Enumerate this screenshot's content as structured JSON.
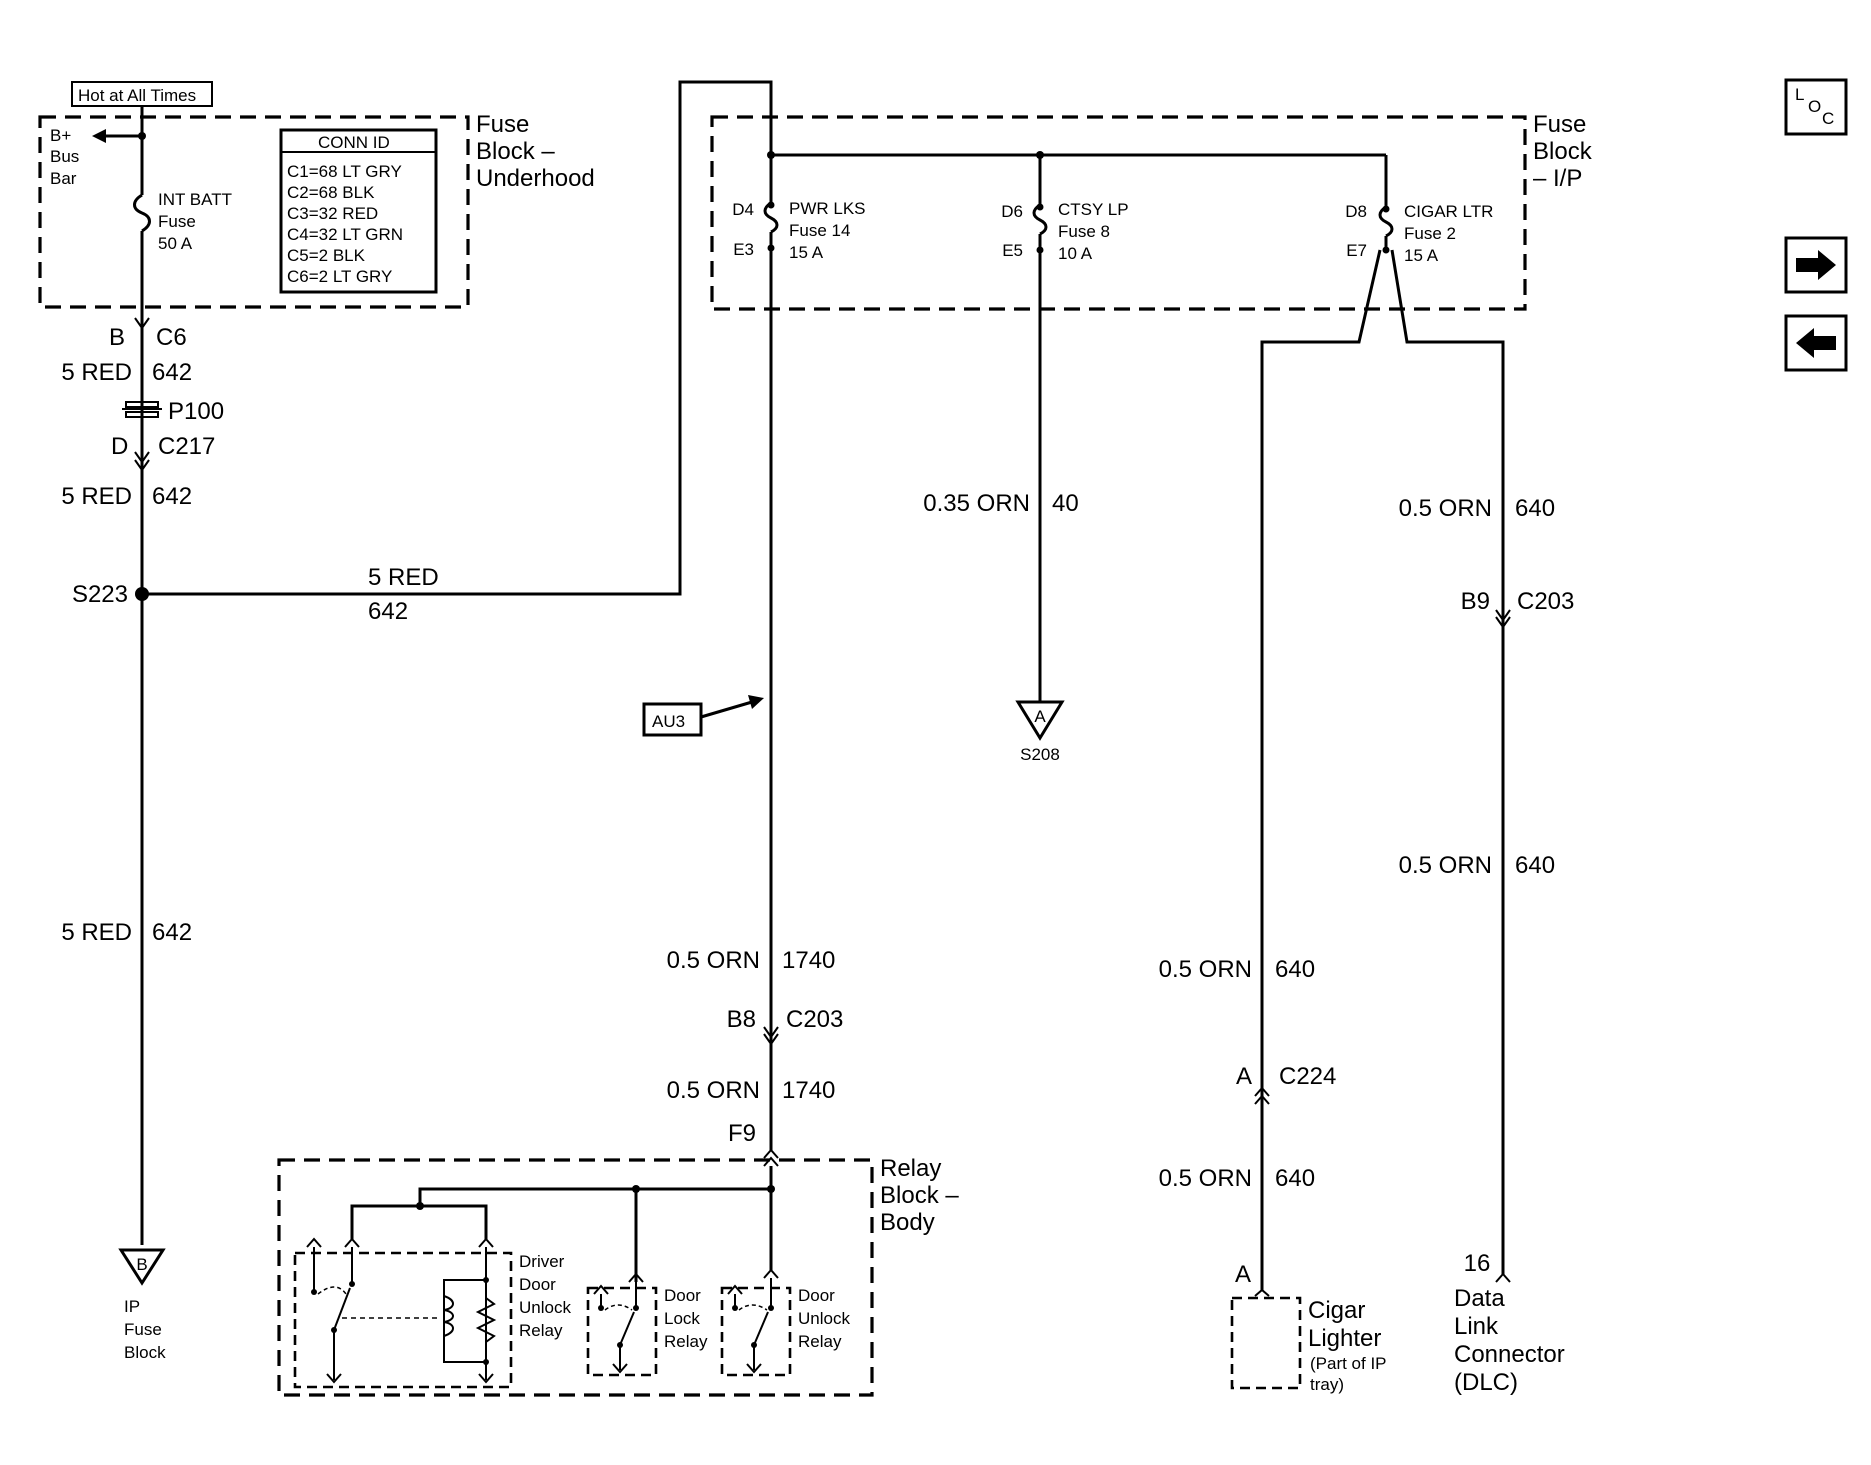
{
  "nav": {
    "loc_l": "L",
    "loc_o": "O",
    "loc_c": "C",
    "loc_icon": "location-icon",
    "next_icon": "arrow-right-icon",
    "prev_icon": "arrow-left-icon"
  },
  "hot_label": "Hot at All Times",
  "fuse_block_underhood": {
    "title": [
      "Fuse",
      "Block –",
      "Underhood"
    ],
    "bus_bar": [
      "B+",
      "Bus",
      "Bar"
    ],
    "fuse": [
      "INT BATT",
      "Fuse",
      "50 A"
    ],
    "conn_id": {
      "header": "CONN ID",
      "rows": [
        "C1=68 LT GRY",
        "C2=68 BLK",
        "C3=32 RED",
        "C4=32 LT GRN",
        "C5=2 BLK",
        "C6=2 LT GRY"
      ]
    }
  },
  "left_wire": {
    "c6_pin": "B",
    "c6": "C6",
    "w1_gauge": "5 RED",
    "w1_circuit": "642",
    "p100": "P100",
    "c217_pin": "D",
    "c217": "C217",
    "w2_gauge": "5 RED",
    "w2_circuit": "642",
    "splice": "S223",
    "w3_gauge": "5 RED",
    "w3_circuit": "642",
    "ground_letter": "B",
    "dest": [
      "IP",
      "Fuse",
      "Block"
    ]
  },
  "splice_wire": {
    "gauge": "5 RED",
    "circuit": "642"
  },
  "fuse_block_ip": {
    "title": [
      "Fuse",
      "Block",
      "– I/P"
    ],
    "fuses": [
      {
        "top_pin": "D4",
        "bottom_pin": "E3",
        "lines": [
          "PWR LKS",
          "Fuse 14",
          "15 A"
        ]
      },
      {
        "top_pin": "D6",
        "bottom_pin": "E5",
        "lines": [
          "CTSY LP",
          "Fuse 8",
          "10 A"
        ]
      },
      {
        "top_pin": "D8",
        "bottom_pin": "E7",
        "lines": [
          "CIGAR LTR",
          "Fuse 2",
          "15 A"
        ]
      }
    ]
  },
  "au3": "AU3",
  "pwr_lks_wire": {
    "w1_gauge": "0.5 ORN",
    "w1_circuit": "1740",
    "c203_pin": "B8",
    "c203": "C203",
    "w2_gauge": "0.5 ORN",
    "w2_circuit": "1740",
    "f9": "F9"
  },
  "ctsy_wire": {
    "gauge": "0.35 ORN",
    "circuit": "40",
    "ground_letter": "A",
    "dest": "S208"
  },
  "dlc_wire": {
    "w1_gauge": "0.5 ORN",
    "w1_circuit": "640",
    "c203_pin": "B9",
    "c203": "C203",
    "w2_gauge": "0.5 ORN",
    "w2_circuit": "640",
    "pin": "16",
    "dest": [
      "Data",
      "Link",
      "Connector",
      "(DLC)"
    ]
  },
  "cigar_wire": {
    "w1_gauge": "0.5 ORN",
    "w1_circuit": "640",
    "c224_pin": "A",
    "c224": "C224",
    "w2_gauge": "0.5 ORN",
    "w2_circuit": "640",
    "pin": "A",
    "dest": [
      "Cigar",
      "Lighter"
    ],
    "dest_note": [
      "(Part of IP",
      "tray)"
    ]
  },
  "relay_block": {
    "title": [
      "Relay",
      "Block –",
      "Body"
    ],
    "driver": [
      "Driver",
      "Door",
      "Unlock",
      "Relay"
    ],
    "lock": [
      "Door",
      "Lock",
      "Relay"
    ],
    "unlock": [
      "Door",
      "Unlock",
      "Relay"
    ]
  }
}
